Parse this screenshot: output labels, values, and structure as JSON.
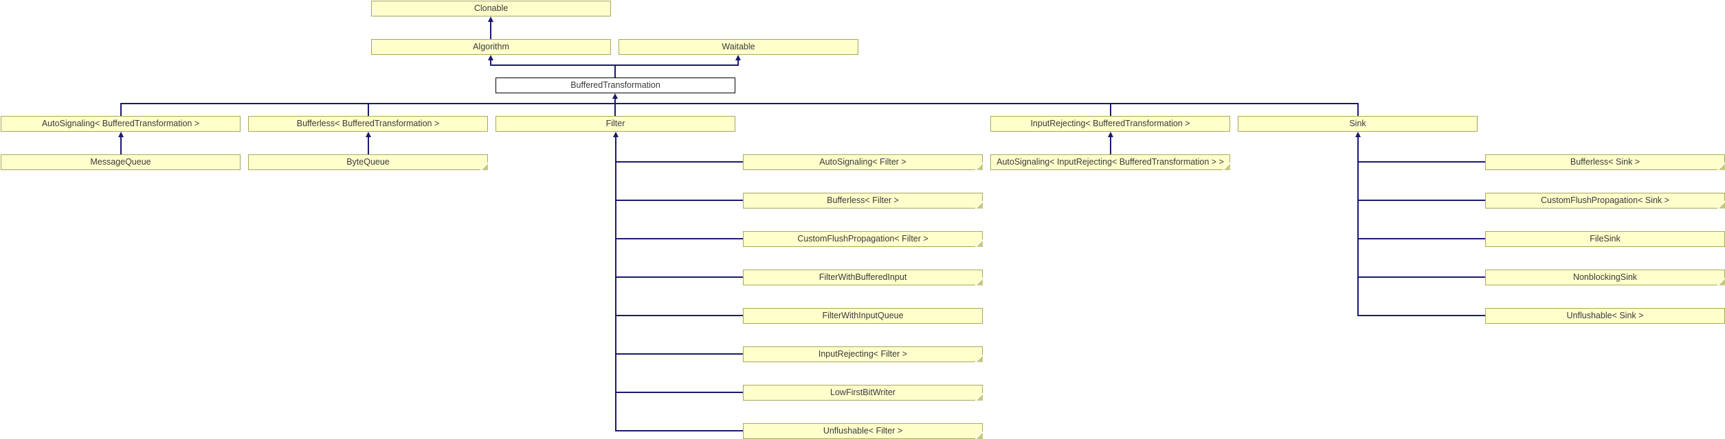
{
  "diagram": {
    "kind": "class-inheritance-graph",
    "highlighted_node": "bufferedTransformation",
    "colors": {
      "background": "#ffffff",
      "node_fill": "#ffffcc",
      "node_border": "#a8a855",
      "highlight_fill": "#ffffff",
      "highlight_border": "#000000",
      "edge": "#191970",
      "fold_marker": "#c9c97e",
      "text": "#3a3a3a"
    },
    "nodes": {
      "clonable": {
        "label": "Clonable"
      },
      "algorithm": {
        "label": "Algorithm"
      },
      "waitable": {
        "label": "Waitable"
      },
      "bufferedTransformation": {
        "label": "BufferedTransformation",
        "highlighted": true
      },
      "autoSignalingBT": {
        "label": "AutoSignaling< BufferedTransformation >"
      },
      "bufferlessBT": {
        "label": "Bufferless< BufferedTransformation >"
      },
      "filter": {
        "label": "Filter"
      },
      "inputRejectingBT": {
        "label": "InputRejecting< BufferedTransformation >"
      },
      "sink": {
        "label": "Sink"
      },
      "messageQueue": {
        "label": "MessageQueue"
      },
      "byteQueue": {
        "label": "ByteQueue",
        "fold": true
      },
      "autoSignalingFilter": {
        "label": "AutoSignaling< Filter >",
        "fold": true
      },
      "autoSignalingInputRejectingBT": {
        "label": "AutoSignaling< InputRejecting< BufferedTransformation > >",
        "fold": true
      },
      "bufferlessSink": {
        "label": "Bufferless< Sink >",
        "fold": true
      },
      "bufferlessFilter": {
        "label": "Bufferless< Filter >",
        "fold": true
      },
      "customFlushPropagationSink": {
        "label": "CustomFlushPropagation< Sink >",
        "fold": true
      },
      "customFlushPropagationFilter": {
        "label": "CustomFlushPropagation< Filter >",
        "fold": true
      },
      "fileSink": {
        "label": "FileSink"
      },
      "filterWithBufferedInput": {
        "label": "FilterWithBufferedInput",
        "fold": true
      },
      "nonblockingSink": {
        "label": "NonblockingSink",
        "fold": true
      },
      "filterWithInputQueue": {
        "label": "FilterWithInputQueue"
      },
      "unflushableSink": {
        "label": "Unflushable< Sink >"
      },
      "inputRejectingFilter": {
        "label": "InputRejecting< Filter >",
        "fold": true
      },
      "lowFirstBitWriter": {
        "label": "LowFirstBitWriter",
        "fold": true
      },
      "unflushableFilter": {
        "label": "Unflushable< Filter >",
        "fold": true
      }
    },
    "edges": [
      {
        "from": "algorithm",
        "to": "clonable"
      },
      {
        "from": "bufferedTransformation",
        "to": "algorithm"
      },
      {
        "from": "bufferedTransformation",
        "to": "waitable"
      },
      {
        "from": "autoSignalingBT",
        "to": "bufferedTransformation"
      },
      {
        "from": "bufferlessBT",
        "to": "bufferedTransformation"
      },
      {
        "from": "filter",
        "to": "bufferedTransformation"
      },
      {
        "from": "inputRejectingBT",
        "to": "bufferedTransformation"
      },
      {
        "from": "sink",
        "to": "bufferedTransformation"
      },
      {
        "from": "messageQueue",
        "to": "autoSignalingBT"
      },
      {
        "from": "byteQueue",
        "to": "bufferlessBT"
      },
      {
        "from": "autoSignalingFilter",
        "to": "filter"
      },
      {
        "from": "bufferlessFilter",
        "to": "filter"
      },
      {
        "from": "customFlushPropagationFilter",
        "to": "filter"
      },
      {
        "from": "filterWithBufferedInput",
        "to": "filter"
      },
      {
        "from": "filterWithInputQueue",
        "to": "filter"
      },
      {
        "from": "inputRejectingFilter",
        "to": "filter"
      },
      {
        "from": "lowFirstBitWriter",
        "to": "filter"
      },
      {
        "from": "unflushableFilter",
        "to": "filter"
      },
      {
        "from": "autoSignalingInputRejectingBT",
        "to": "inputRejectingBT"
      },
      {
        "from": "bufferlessSink",
        "to": "sink"
      },
      {
        "from": "customFlushPropagationSink",
        "to": "sink"
      },
      {
        "from": "fileSink",
        "to": "sink"
      },
      {
        "from": "nonblockingSink",
        "to": "sink"
      },
      {
        "from": "unflushableSink",
        "to": "sink"
      }
    ]
  }
}
